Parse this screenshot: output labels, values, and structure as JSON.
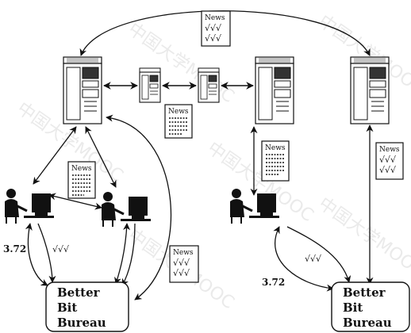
{
  "watermark": "中国大学MOOC",
  "news_label": "News",
  "check_marks": "√√√",
  "score": "3.72",
  "bureau": {
    "line1": "Better",
    "line2": "Bit",
    "line3": "Bureau"
  }
}
